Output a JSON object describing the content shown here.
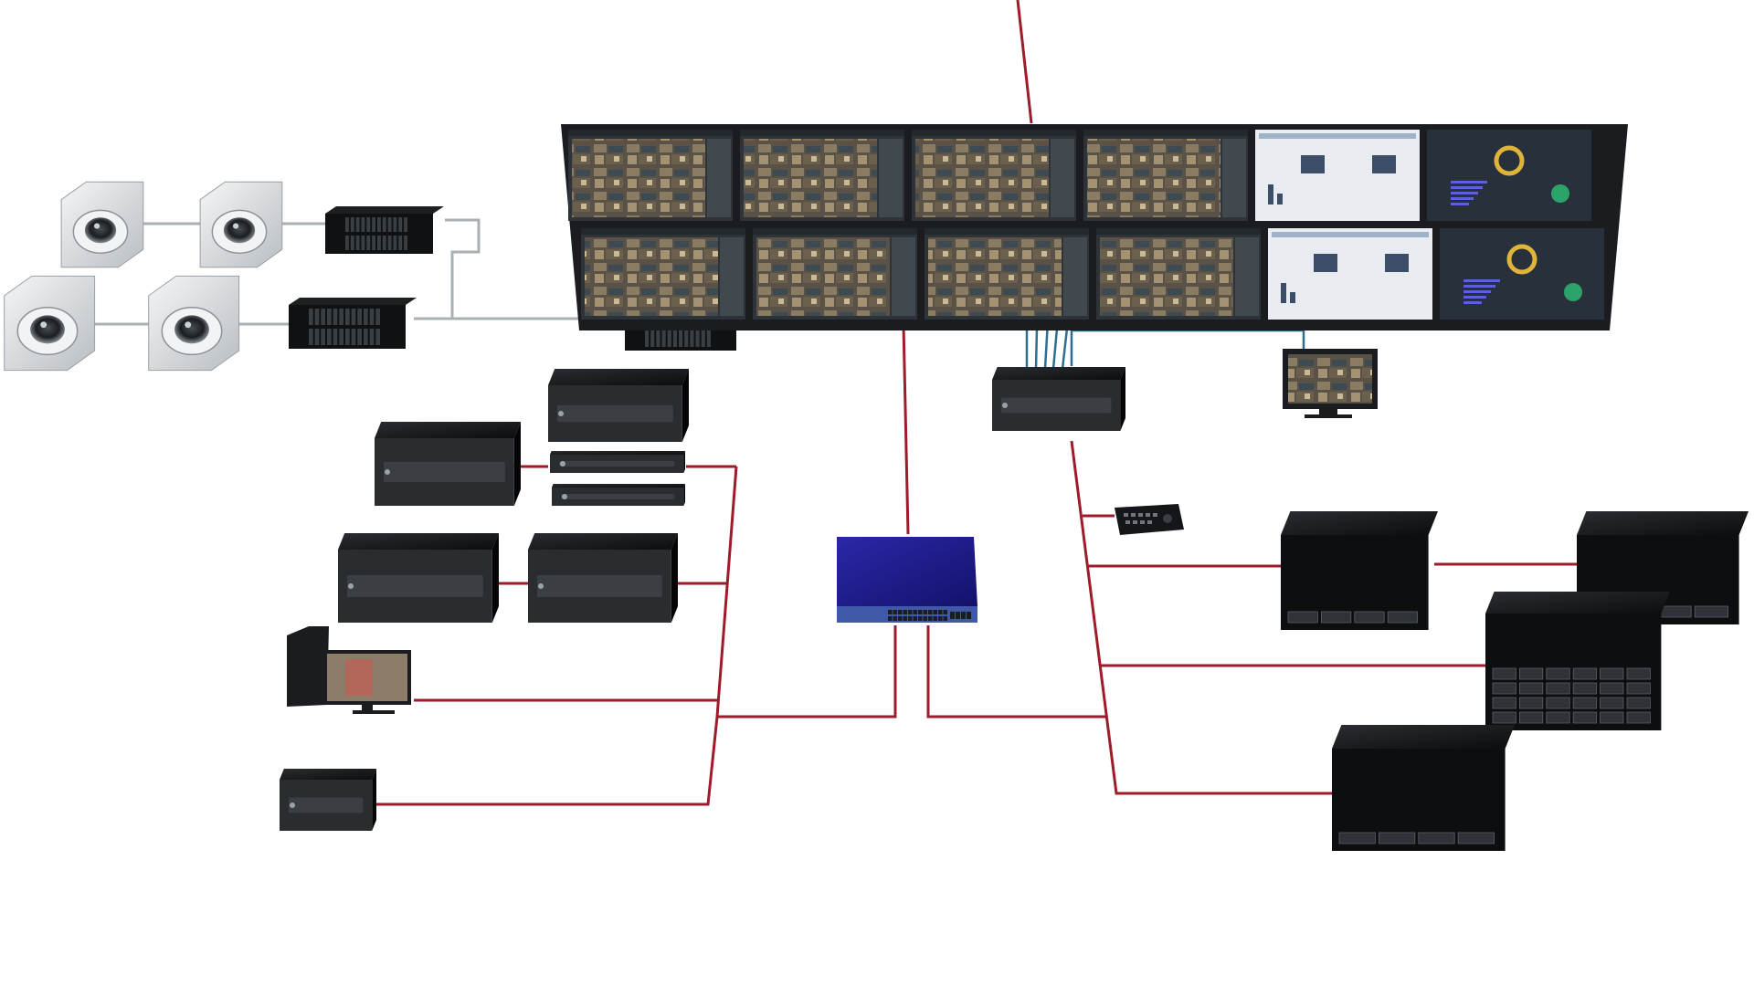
{
  "diagram": {
    "type": "network-topology",
    "colors": {
      "background": "#ffffff",
      "link_red": "#9e1b2b",
      "link_gray": "#a9b0b4",
      "link_blue": "#2e6f8f",
      "device_body": "#101214",
      "device_front": "#2a2d30",
      "switch_blue": "#1c1a8c",
      "camera_housing": "#e6e8ea",
      "video_wall_frame": "#1a1c1f"
    },
    "nodes": [
      {
        "id": "dome-camera-1",
        "kind": "dome-camera",
        "icon": "dome-camera-icon"
      },
      {
        "id": "dome-camera-2",
        "kind": "dome-camera",
        "icon": "dome-camera-icon"
      },
      {
        "id": "dome-camera-3",
        "kind": "dome-camera",
        "icon": "dome-camera-icon"
      },
      {
        "id": "dome-camera-4",
        "kind": "dome-camera",
        "icon": "dome-camera-icon"
      },
      {
        "id": "poe-switch-1",
        "kind": "poe-switch",
        "icon": "network-switch-icon"
      },
      {
        "id": "poe-switch-2",
        "kind": "poe-switch",
        "icon": "network-switch-icon"
      },
      {
        "id": "uplink-switch",
        "kind": "poe-switch",
        "icon": "network-switch-icon"
      },
      {
        "id": "video-wall",
        "kind": "video-wall",
        "icon": "video-wall-icon"
      },
      {
        "id": "video-wall-controller",
        "kind": "controller",
        "icon": "controller-icon"
      },
      {
        "id": "operator-monitor",
        "kind": "monitor",
        "icon": "monitor-icon"
      },
      {
        "id": "ptz-keyboard",
        "kind": "keyboard",
        "icon": "joystick-keyboard-icon"
      },
      {
        "id": "core-switch",
        "kind": "core-switch",
        "icon": "core-switch-icon"
      },
      {
        "id": "server-stack",
        "kind": "server",
        "icon": "server-icon"
      },
      {
        "id": "server-a",
        "kind": "server",
        "icon": "server-icon"
      },
      {
        "id": "server-b",
        "kind": "server",
        "icon": "server-icon"
      },
      {
        "id": "server-c",
        "kind": "server",
        "icon": "server-icon"
      },
      {
        "id": "workstation",
        "kind": "workstation",
        "icon": "workstation-icon"
      },
      {
        "id": "decoder",
        "kind": "decoder",
        "icon": "decoder-icon"
      },
      {
        "id": "storage-1",
        "kind": "storage",
        "icon": "storage-icon"
      },
      {
        "id": "storage-2",
        "kind": "storage",
        "icon": "storage-icon"
      },
      {
        "id": "storage-3",
        "kind": "storage",
        "icon": "storage-icon"
      },
      {
        "id": "storage-4",
        "kind": "storage",
        "icon": "storage-icon"
      }
    ],
    "links": [
      {
        "from": "dome-camera-1",
        "to": "poe-switch-1",
        "medium": "gray"
      },
      {
        "from": "dome-camera-2",
        "to": "poe-switch-1",
        "medium": "gray"
      },
      {
        "from": "dome-camera-3",
        "to": "poe-switch-2",
        "medium": "gray"
      },
      {
        "from": "dome-camera-4",
        "to": "poe-switch-2",
        "medium": "gray"
      },
      {
        "from": "poe-switch-1",
        "to": "uplink-switch",
        "medium": "gray"
      },
      {
        "from": "poe-switch-2",
        "to": "uplink-switch",
        "medium": "gray"
      },
      {
        "from": "uplink-switch",
        "to": "core-switch",
        "medium": "red"
      },
      {
        "from": "video-wall-controller",
        "to": "video-wall",
        "medium": "blue"
      },
      {
        "from": "video-wall-controller",
        "to": "operator-monitor",
        "medium": "blue"
      },
      {
        "from": "core-switch",
        "to": "video-wall-controller",
        "medium": "red"
      },
      {
        "from": "core-switch",
        "to": "server-stack",
        "medium": "red"
      },
      {
        "from": "core-switch",
        "to": "workstation",
        "medium": "red"
      },
      {
        "from": "core-switch",
        "to": "decoder",
        "medium": "red"
      },
      {
        "from": "core-switch",
        "to": "storage-1",
        "medium": "red"
      },
      {
        "from": "core-switch",
        "to": "storage-2",
        "medium": "red"
      },
      {
        "from": "core-switch",
        "to": "storage-3",
        "medium": "red"
      },
      {
        "from": "core-switch",
        "to": "storage-4",
        "medium": "red"
      },
      {
        "from": "video-wall-controller",
        "to": "ptz-keyboard",
        "medium": "red"
      }
    ],
    "video_wall": {
      "rows": 2,
      "columns": 6,
      "camera_tiles_per_row": 4,
      "dashboard_tiles_per_row": 2
    }
  }
}
